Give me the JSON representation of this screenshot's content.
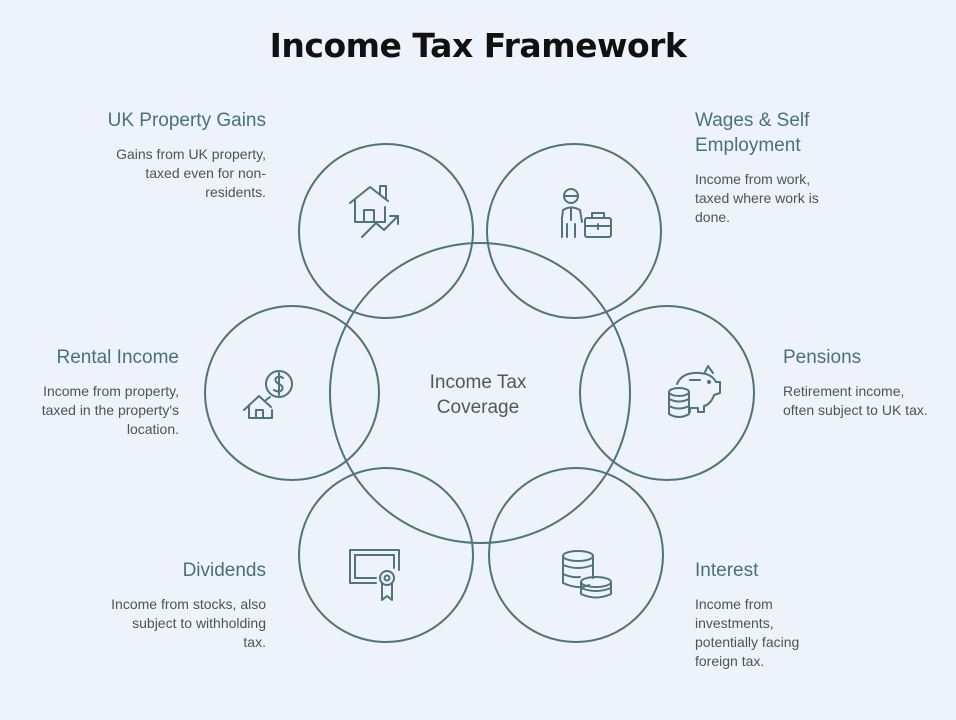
{
  "title": "Income Tax Framework",
  "center": {
    "label": "Income Tax Coverage"
  },
  "items": [
    {
      "heading": "UK Property Gains",
      "description": "Gains from UK property, taxed even for non-residents.",
      "icon": "house-growth-icon"
    },
    {
      "heading": "Wages & Self Employment",
      "description": "Income from work, taxed where work is done.",
      "icon": "worker-briefcase-icon"
    },
    {
      "heading": "Rental Income",
      "description": "Income from property, taxed in the property's location.",
      "icon": "house-dollar-icon"
    },
    {
      "heading": "Pensions",
      "description": "Retirement income, often subject to UK tax.",
      "icon": "piggy-bank-icon"
    },
    {
      "heading": "Dividends",
      "description": "Income from stocks, also subject to withholding tax.",
      "icon": "certificate-icon"
    },
    {
      "heading": "Interest",
      "description": "Income from investments, potentially facing foreign tax.",
      "icon": "coins-icon"
    }
  ],
  "colors": {
    "stroke": "#4f7479",
    "heading": "#477378",
    "text": "#4b5557",
    "background": "#eef2fa"
  }
}
